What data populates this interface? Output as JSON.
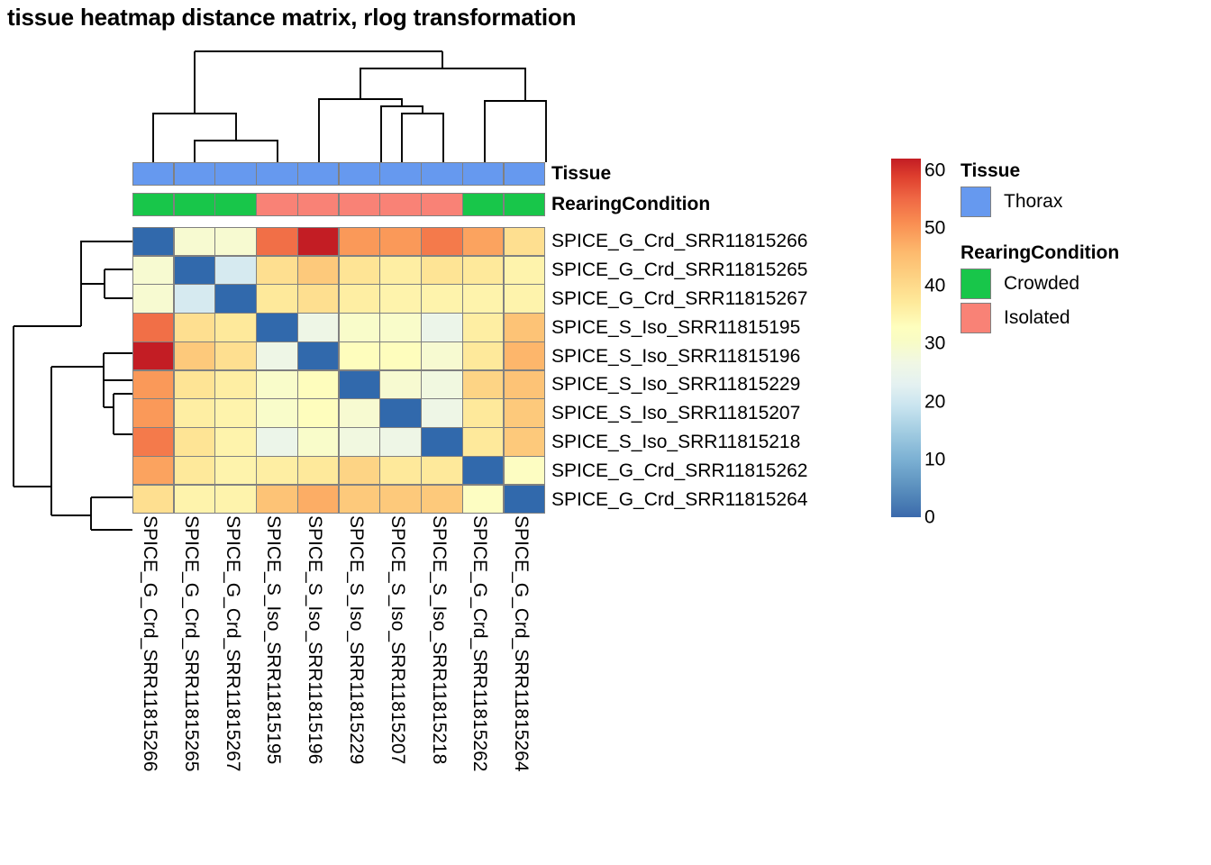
{
  "title": "tissue heatmap distance matrix, rlog transformation",
  "annotation_rows": [
    {
      "name": "Tissue",
      "label": "Tissue"
    },
    {
      "name": "RearingCondition",
      "label": "RearingCondition"
    }
  ],
  "legends": [
    {
      "title": "Tissue",
      "items": [
        {
          "label": "Thorax",
          "color": "#6699ef"
        }
      ]
    },
    {
      "title": "RearingCondition",
      "items": [
        {
          "label": "Crowded",
          "color": "#18c64a"
        },
        {
          "label": "Isolated",
          "color": "#f98276"
        }
      ]
    }
  ],
  "colorbar": {
    "ticks": [
      "0",
      "10",
      "20",
      "30",
      "40",
      "50",
      "60"
    ],
    "min": 0,
    "max": 62,
    "palette": "RdYlBu-reversed"
  },
  "chart_data": {
    "type": "heatmap",
    "title": "tissue heatmap distance matrix, rlog transformation",
    "xlabel": "",
    "ylabel": "",
    "zlim": [
      0,
      62
    ],
    "colormap": "RdYlBu_r",
    "grid": true,
    "legend_position": "right",
    "categories": [
      "SPICE_G_Crd_SRR11815266",
      "SPICE_G_Crd_SRR11815265",
      "SPICE_G_Crd_SRR11815267",
      "SPICE_S_Iso_SRR11815195",
      "SPICE_S_Iso_SRR11815196",
      "SPICE_S_Iso_SRR11815229",
      "SPICE_S_Iso_SRR11815207",
      "SPICE_S_Iso_SRR11815218",
      "SPICE_G_Crd_SRR11815262",
      "SPICE_G_Crd_SRR11815264"
    ],
    "row_labels": [
      "SPICE_G_Crd_SRR11815266",
      "SPICE_G_Crd_SRR11815265",
      "SPICE_G_Crd_SRR11815267",
      "SPICE_S_Iso_SRR11815195",
      "SPICE_S_Iso_SRR11815196",
      "SPICE_S_Iso_SRR11815229",
      "SPICE_S_Iso_SRR11815207",
      "SPICE_S_Iso_SRR11815218",
      "SPICE_G_Crd_SRR11815262",
      "SPICE_G_Crd_SRR11815264"
    ],
    "column_labels": [
      "SPICE_G_Crd_SRR11815266",
      "SPICE_G_Crd_SRR11815265",
      "SPICE_G_Crd_SRR11815267",
      "SPICE_S_Iso_SRR11815195",
      "SPICE_S_Iso_SRR11815196",
      "SPICE_S_Iso_SRR11815229",
      "SPICE_S_Iso_SRR11815207",
      "SPICE_S_Iso_SRR11815218",
      "SPICE_G_Crd_SRR11815262",
      "SPICE_G_Crd_SRR11815264"
    ],
    "values": [
      [
        0,
        31,
        31,
        55,
        62,
        51,
        51,
        54,
        50,
        41
      ],
      [
        31,
        0,
        22,
        41,
        45,
        40,
        38,
        40,
        39,
        37
      ],
      [
        31,
        22,
        0,
        39,
        41,
        38,
        37,
        37,
        37,
        37
      ],
      [
        55,
        41,
        39,
        0,
        28,
        32,
        32,
        27,
        38,
        46
      ],
      [
        62,
        45,
        41,
        28,
        0,
        35,
        35,
        31,
        39,
        48
      ],
      [
        51,
        40,
        38,
        32,
        35,
        0,
        31,
        29,
        43,
        46
      ],
      [
        51,
        38,
        37,
        32,
        35,
        31,
        0,
        28,
        39,
        45
      ],
      [
        54,
        40,
        37,
        27,
        32,
        29,
        28,
        0,
        39,
        45
      ],
      [
        50,
        39,
        37,
        38,
        39,
        43,
        39,
        39,
        0,
        34
      ],
      [
        41,
        37,
        37,
        46,
        49,
        45,
        45,
        45,
        34,
        0
      ]
    ]
  },
  "annotations": {
    "Tissue": [
      "Thorax",
      "Thorax",
      "Thorax",
      "Thorax",
      "Thorax",
      "Thorax",
      "Thorax",
      "Thorax",
      "Thorax",
      "Thorax"
    ],
    "RearingCondition": [
      "Crowded",
      "Crowded",
      "Crowded",
      "Isolated",
      "Isolated",
      "Isolated",
      "Isolated",
      "Isolated",
      "Crowded",
      "Crowded"
    ]
  },
  "annotation_colors": {
    "Thorax": "#6699ef",
    "Crowded": "#18c64a",
    "Isolated": "#f98276"
  }
}
